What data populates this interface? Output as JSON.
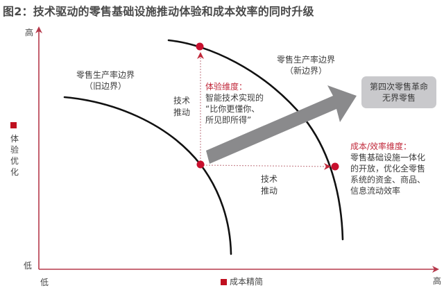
{
  "title": "图2：技术驱动的零售基础设施推动体验和成本效率的同时升级",
  "axes": {
    "y_label": "体验优化",
    "y_label_chars": [
      "体",
      "验",
      "优",
      "化"
    ],
    "x_label": "成本精简",
    "y_high": "高",
    "y_low": "低",
    "x_low": "低",
    "x_high": "高",
    "color": "#b5384a"
  },
  "curves": {
    "old": {
      "line1": "零售生产率边界",
      "line2": "（旧边界）"
    },
    "new": {
      "line1": "零售生产率边界",
      "line2": "（新边界）"
    }
  },
  "tech_push_vertical": {
    "line1": "技术",
    "line2": "推动"
  },
  "tech_push_horizontal": {
    "line1": "技术",
    "line2": "推动"
  },
  "experience_dimension": {
    "heading": "体验维度：",
    "lines": [
      "智能技术实现的",
      "“比你更懂你、",
      "所见即所得”"
    ]
  },
  "cost_dimension": {
    "heading": "成本/效率维度：",
    "lines": [
      "零售基础设施一体化",
      "的开放，优化全零售",
      "系统的资金、商品、",
      "信息流动效率"
    ]
  },
  "goal_box": {
    "line1": "第四次零售革命",
    "line2": "无界零售"
  },
  "colors": {
    "accent_red": "#c0283a",
    "dot_red": "#c8102e",
    "curve": "#111111",
    "big_arrow": "#8a8a8c",
    "goal_box_fill": "#c9c9cc"
  }
}
